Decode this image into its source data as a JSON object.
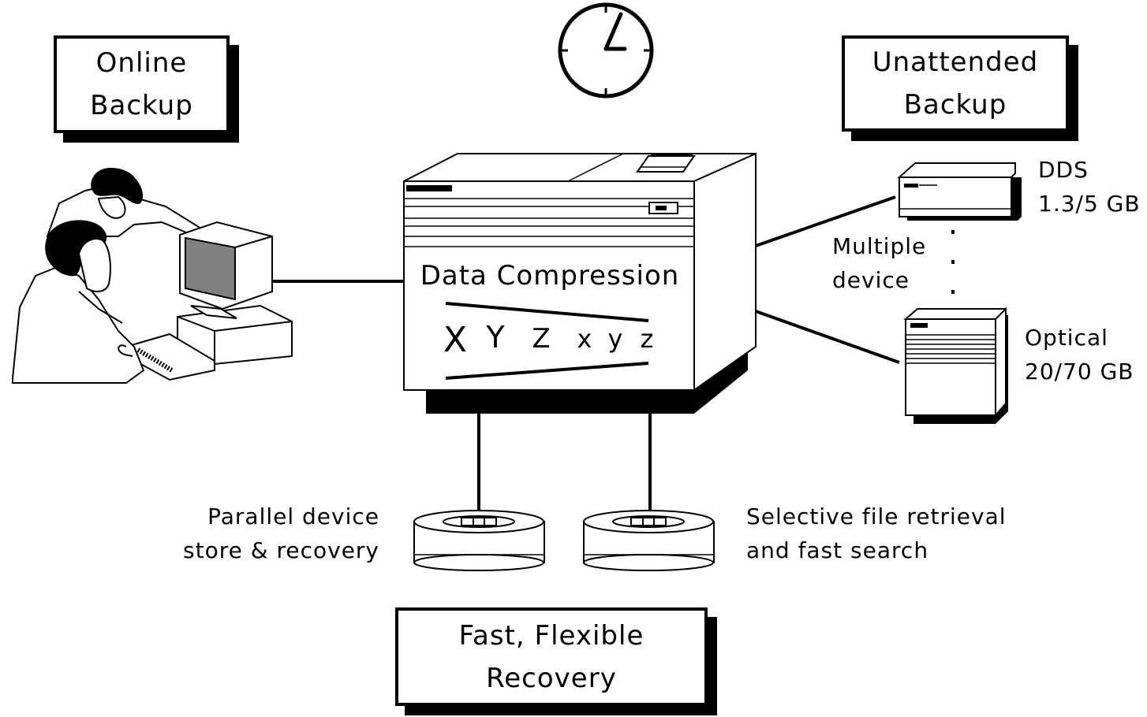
{
  "boxes": {
    "online_backup": [
      "Online",
      "Backup"
    ],
    "unattended_backup": [
      "Unattended",
      "Backup"
    ],
    "fast_recovery": [
      "Fast, Flexible",
      "Recovery"
    ]
  },
  "server": {
    "title": "Data Compression",
    "upper_chars": [
      "X",
      "Y",
      "Z"
    ],
    "lower_chars": [
      "x",
      "y",
      "z"
    ]
  },
  "devices": {
    "dds": [
      "DDS",
      "1.3/5 GB"
    ],
    "optical": [
      "Optical",
      "20/70 GB"
    ],
    "multiple": [
      "Multiple",
      "device"
    ]
  },
  "tape_labels": {
    "parallel": [
      "Parallel device",
      "store & recovery"
    ],
    "selective": [
      "Selective file retrieval",
      "and fast search"
    ]
  },
  "icons": [
    "clock-icon",
    "server-icon",
    "workstation-users-icon",
    "dds-drive-icon",
    "optical-drive-icon",
    "tape-reel-icon"
  ]
}
